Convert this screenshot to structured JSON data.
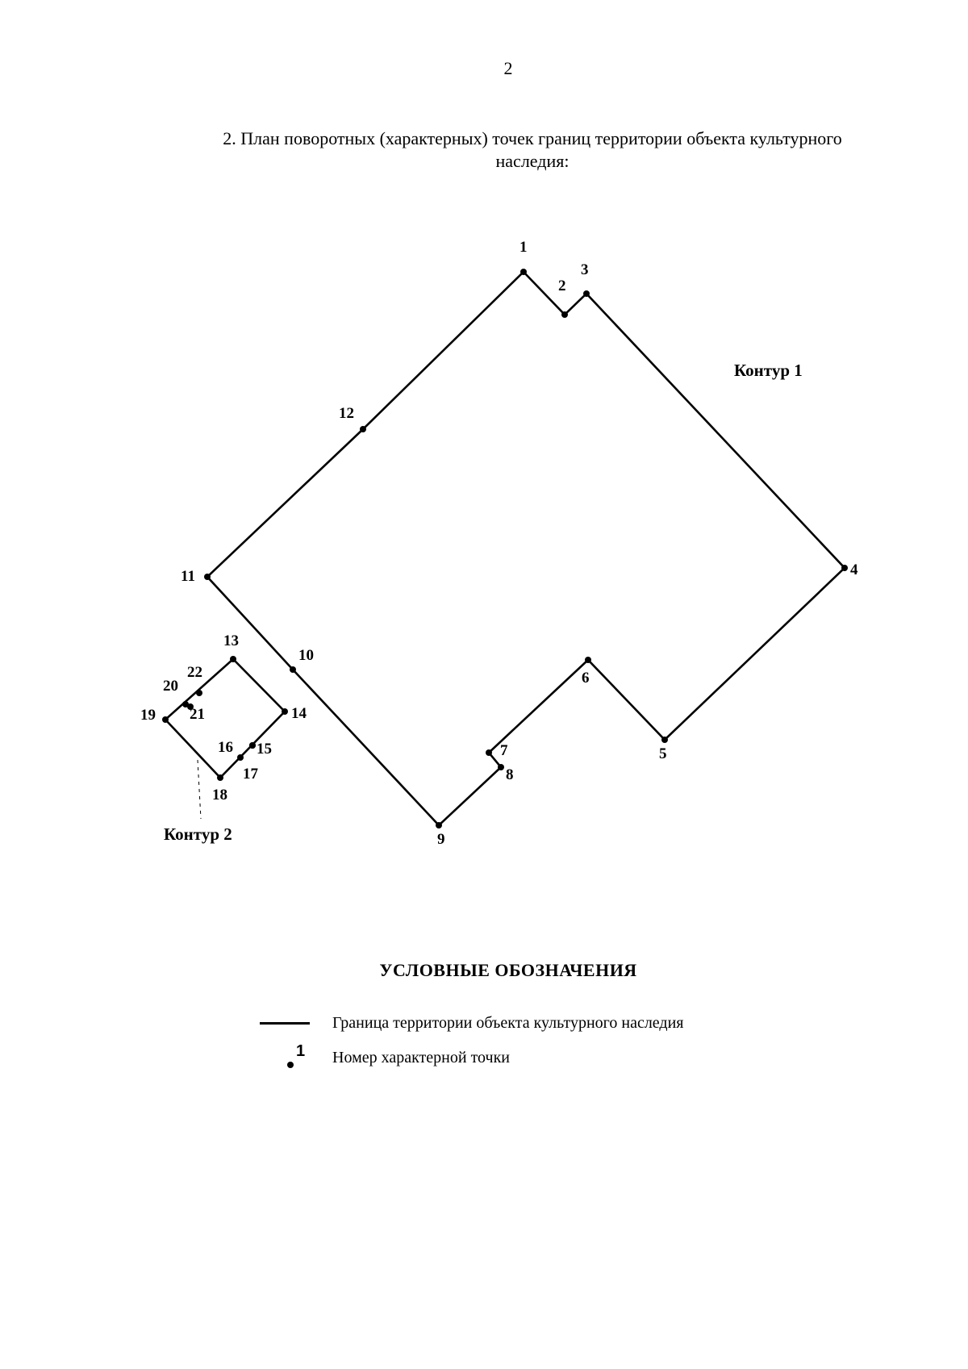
{
  "page_number": "2",
  "heading": {
    "line1": "2. План поворотных (характерных) точек границ территории объекта культурного",
    "line2": "наследия:"
  },
  "contours": [
    {
      "label": "Контур 1",
      "points": [
        "1",
        "2",
        "3",
        "4",
        "5",
        "6",
        "7",
        "8",
        "9",
        "10",
        "11",
        "12"
      ]
    },
    {
      "label": "Контур 2",
      "points": [
        "13",
        "14",
        "15",
        "16",
        "17",
        "18",
        "19",
        "20",
        "21",
        "22"
      ]
    }
  ],
  "legend": {
    "title": "УСЛОВНЫЕ ОБОЗНАЧЕНИЯ",
    "boundary_label": "Граница территории объекта культурного наследия",
    "point_sample_number": "1",
    "point_label": "Номер характерной точки"
  }
}
